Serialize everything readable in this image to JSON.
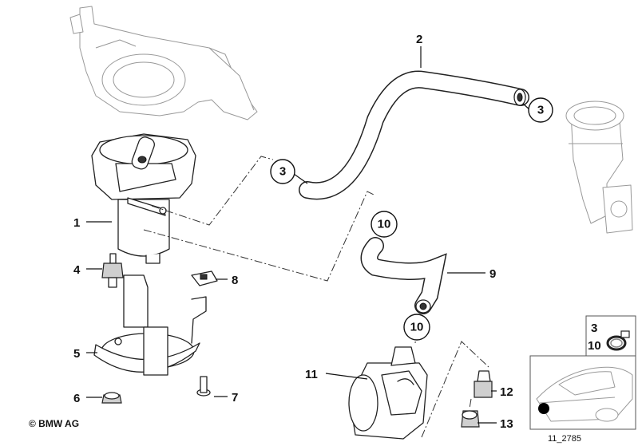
{
  "labels": {
    "l1": "1",
    "l2": "2",
    "l3a": "3",
    "l3b": "3",
    "l4": "4",
    "l5": "5",
    "l6": "6",
    "l7": "7",
    "l8": "8",
    "l9": "9",
    "l10a": "10",
    "l10b": "10",
    "l11": "11",
    "l12": "12",
    "l13": "13"
  },
  "inset": {
    "label_3": "3",
    "label_10": "10"
  },
  "copyright": "© BMW AG",
  "diagram_id": "11_2785"
}
